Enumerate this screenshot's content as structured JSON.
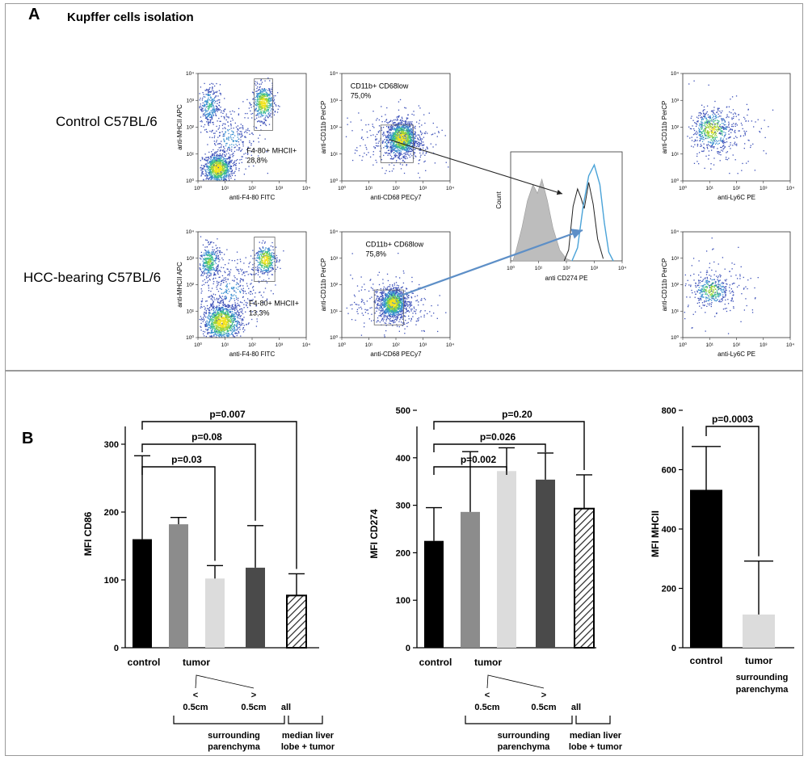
{
  "panel_a": {
    "letter": "A",
    "title": "Kupffer cells isolation",
    "rows": [
      {
        "label": "Control C57BL/6"
      },
      {
        "label": "HCC-bearing C57BL/6"
      }
    ],
    "plots": {
      "f480": {
        "xlabel": "anti-F4-80 FITC",
        "ylabel": "anti-MHCII APC"
      },
      "cd68": {
        "xlabel": "anti-CD68 PECy7",
        "ylabel": "anti-CD11b PerCP"
      },
      "ly6c": {
        "xlabel": "anti-Ly6C PE",
        "ylabel": "anti-CD11b PerCP"
      },
      "hist": {
        "xlabel": "anti CD274 PE",
        "ylabel": "Count"
      }
    },
    "gates": {
      "control_f480": {
        "line1": "F4-80+ MHCII+",
        "line2": "28,8%"
      },
      "hcc_f480": {
        "line1": "F4-80+ MHCII+",
        "line2": "13,3%"
      },
      "control_cd68": {
        "line1": "CD11b+ CD68low",
        "line2": "75,0%"
      },
      "hcc_cd68": {
        "line1": "CD11b+ CD68low",
        "line2": "75,8%"
      }
    },
    "ticks": [
      "10⁰",
      "10¹",
      "10²",
      "10³",
      "10⁴"
    ]
  },
  "panel_b": {
    "letter": "B"
  },
  "chart_data": [
    {
      "type": "bar",
      "ylabel": "MFI CD86",
      "ylim": [
        0,
        350
      ],
      "yticks": [
        0,
        100,
        200,
        300
      ],
      "categories": [
        "control",
        "tumor",
        "< 0.5cm",
        "> 0.5cm",
        "all",
        "median liver lobe + tumor"
      ],
      "values": [
        160,
        182,
        102,
        118,
        77
      ],
      "errors": [
        123,
        10,
        19,
        62,
        32
      ],
      "colors": [
        "#000000",
        "#8c8c8c",
        "#dcdcdc",
        "#4a4a4a",
        "hatch"
      ],
      "brackets": [
        {
          "label": "p=0.03",
          "from": 0,
          "to": 2
        },
        {
          "label": "p=0.08",
          "from": 0,
          "to": 3
        },
        {
          "label": "p=0.007",
          "from": 0,
          "to": 4
        }
      ],
      "group_labels": [
        "control",
        "tumor",
        "<",
        ">",
        "0.5cm",
        "0.5cm",
        "all",
        "surrounding",
        "parenchyma",
        "median liver",
        "lobe + tumor"
      ]
    },
    {
      "type": "bar",
      "ylabel": "MFI CD274",
      "ylim": [
        0,
        500
      ],
      "yticks": [
        0,
        100,
        200,
        300,
        400,
        500
      ],
      "categories": [
        "control",
        "tumor",
        "< 0.5cm",
        "> 0.5cm",
        "all",
        "median liver lobe + tumor"
      ],
      "values": [
        225,
        286,
        372,
        354,
        293
      ],
      "errors": [
        70,
        127,
        49,
        56,
        71
      ],
      "colors": [
        "#000000",
        "#8c8c8c",
        "#dcdcdc",
        "#4a4a4a",
        "hatch"
      ],
      "brackets": [
        {
          "label": "p=0.002",
          "from": 0,
          "to": 2
        },
        {
          "label": "p=0.026",
          "from": 0,
          "to": 3
        },
        {
          "label": "p=0.20",
          "from": 0,
          "to": 4
        }
      ],
      "group_labels": [
        "control",
        "tumor",
        "<",
        ">",
        "0.5cm",
        "0.5cm",
        "all",
        "surrounding",
        "parenchyma",
        "median liver",
        "lobe + tumor"
      ]
    },
    {
      "type": "bar",
      "ylabel": "MFI MHCII",
      "ylim": [
        0,
        800
      ],
      "yticks": [
        0,
        200,
        400,
        600,
        800
      ],
      "categories": [
        "control",
        "tumor surrounding parenchyma"
      ],
      "values": [
        532,
        112
      ],
      "errors": [
        146,
        180
      ],
      "colors": [
        "#000000",
        "#dcdcdc"
      ],
      "brackets": [
        {
          "label": "p=0.0003",
          "from": 0,
          "to": 1
        }
      ],
      "group_labels": [
        "control",
        "tumor",
        "surrounding",
        "parenchyma"
      ]
    }
  ]
}
